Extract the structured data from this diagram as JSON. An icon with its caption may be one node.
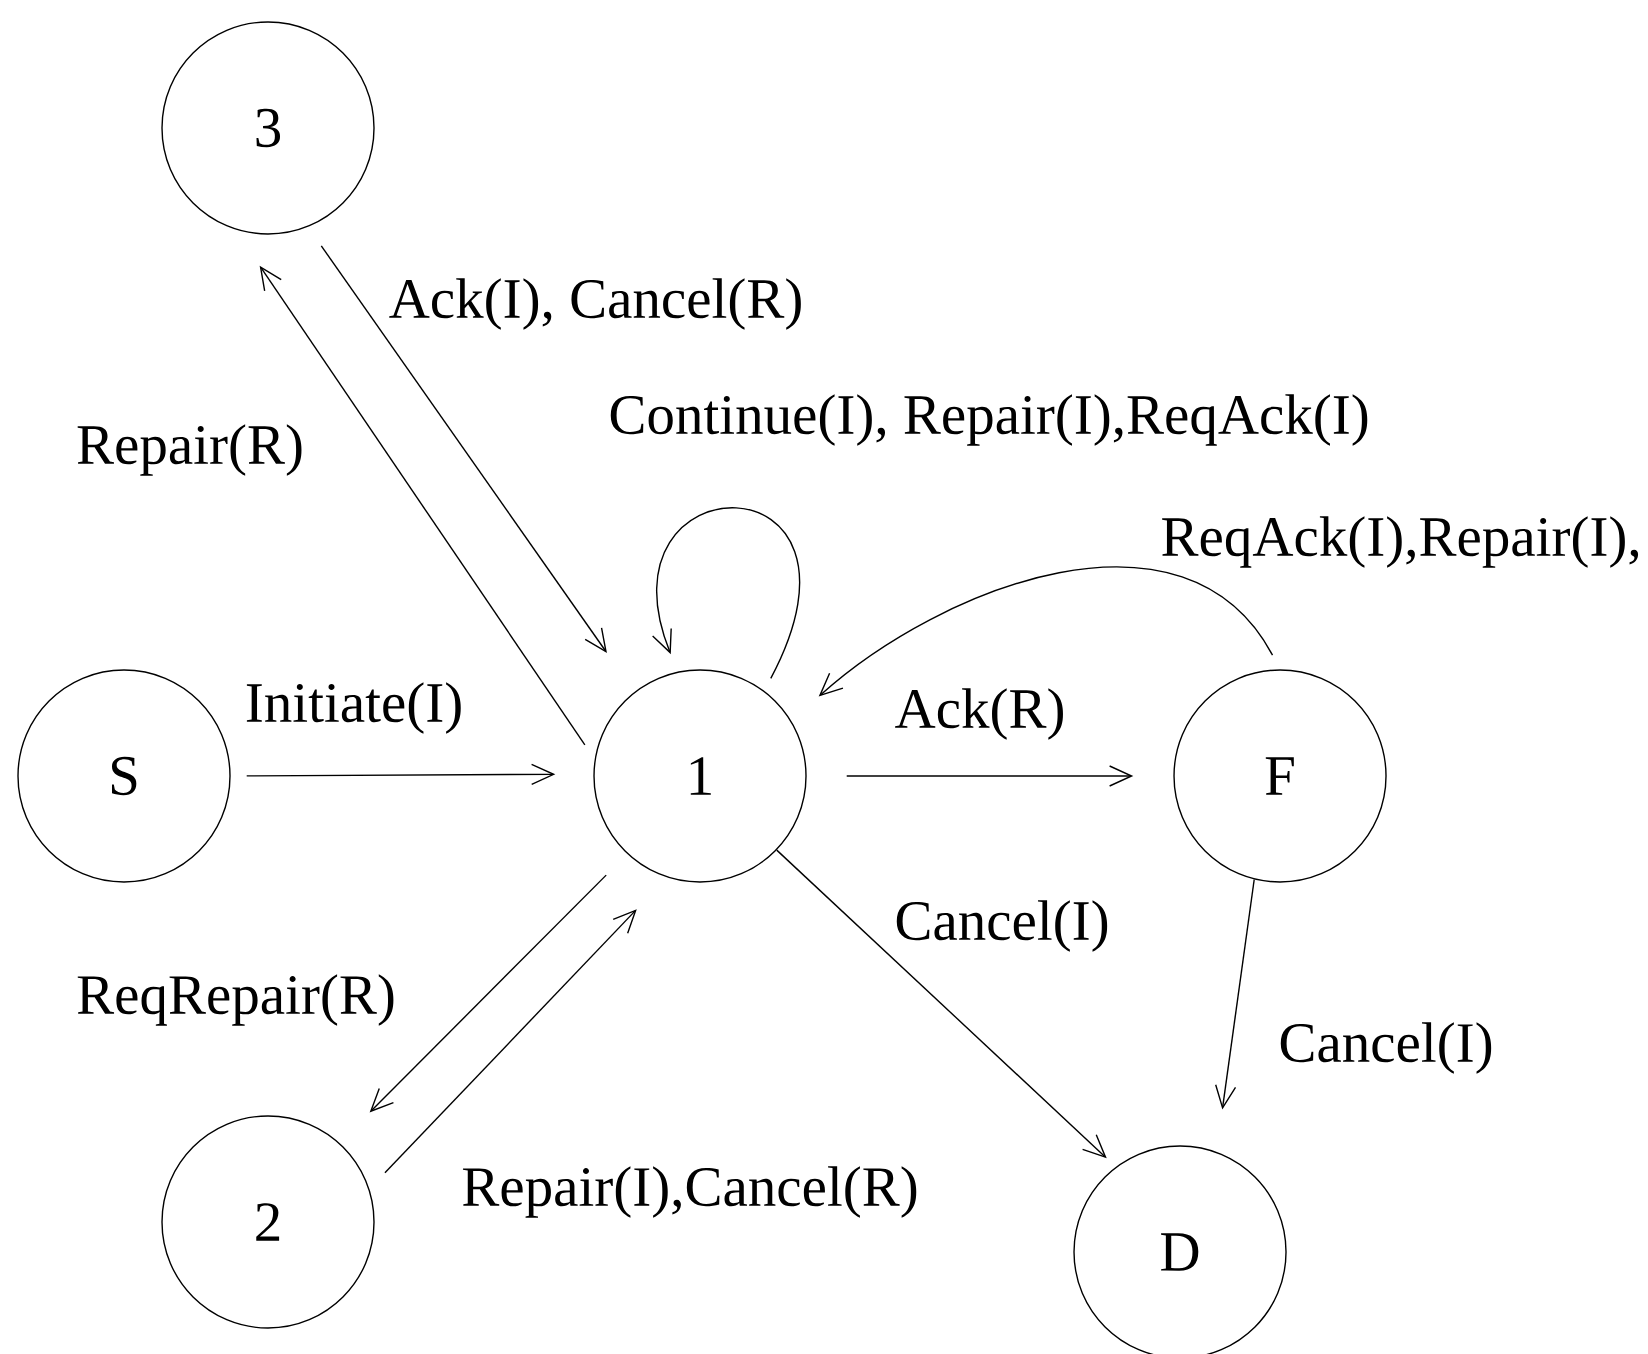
{
  "diagram": {
    "nodes": [
      {
        "text": [
          "3"
        ]
      },
      {
        "text": [
          "S"
        ]
      },
      {
        "text": [
          "1"
        ]
      },
      {
        "text": [
          "F"
        ]
      },
      {
        "text": [
          "2"
        ]
      },
      {
        "text": [
          "D"
        ]
      }
    ],
    "edges": [
      {
        "from": 2,
        "to": 0,
        "arrow": "to",
        "label": "Repair(R)"
      },
      {
        "from": 0,
        "to": 2,
        "arrow": "to",
        "label": "Ack(I), Cancel(R)"
      },
      {
        "from": 2,
        "to": 2,
        "arrow": "to",
        "label": "Continue(I), Repair(I),ReqAck(I)"
      },
      {
        "from": 3,
        "to": 2,
        "arrow": "to",
        "label": "ReqAck(I),Repair(I),"
      },
      {
        "from": 1,
        "to": 2,
        "arrow": "to",
        "label": "Initiate(I)"
      },
      {
        "from": 2,
        "to": 3,
        "arrow": "to",
        "label": "Ack(R)"
      },
      {
        "from": 2,
        "to": 5,
        "arrow": "to",
        "label": "Cancel(I)"
      },
      {
        "from": 3,
        "to": 5,
        "arrow": "to",
        "label": "Cancel(I)"
      },
      {
        "from": 2,
        "to": 4,
        "arrow": "to",
        "label": "ReqRepair(R)"
      },
      {
        "from": 4,
        "to": 2,
        "arrow": "to",
        "label": "Repair(I),Cancel(R)"
      }
    ]
  }
}
